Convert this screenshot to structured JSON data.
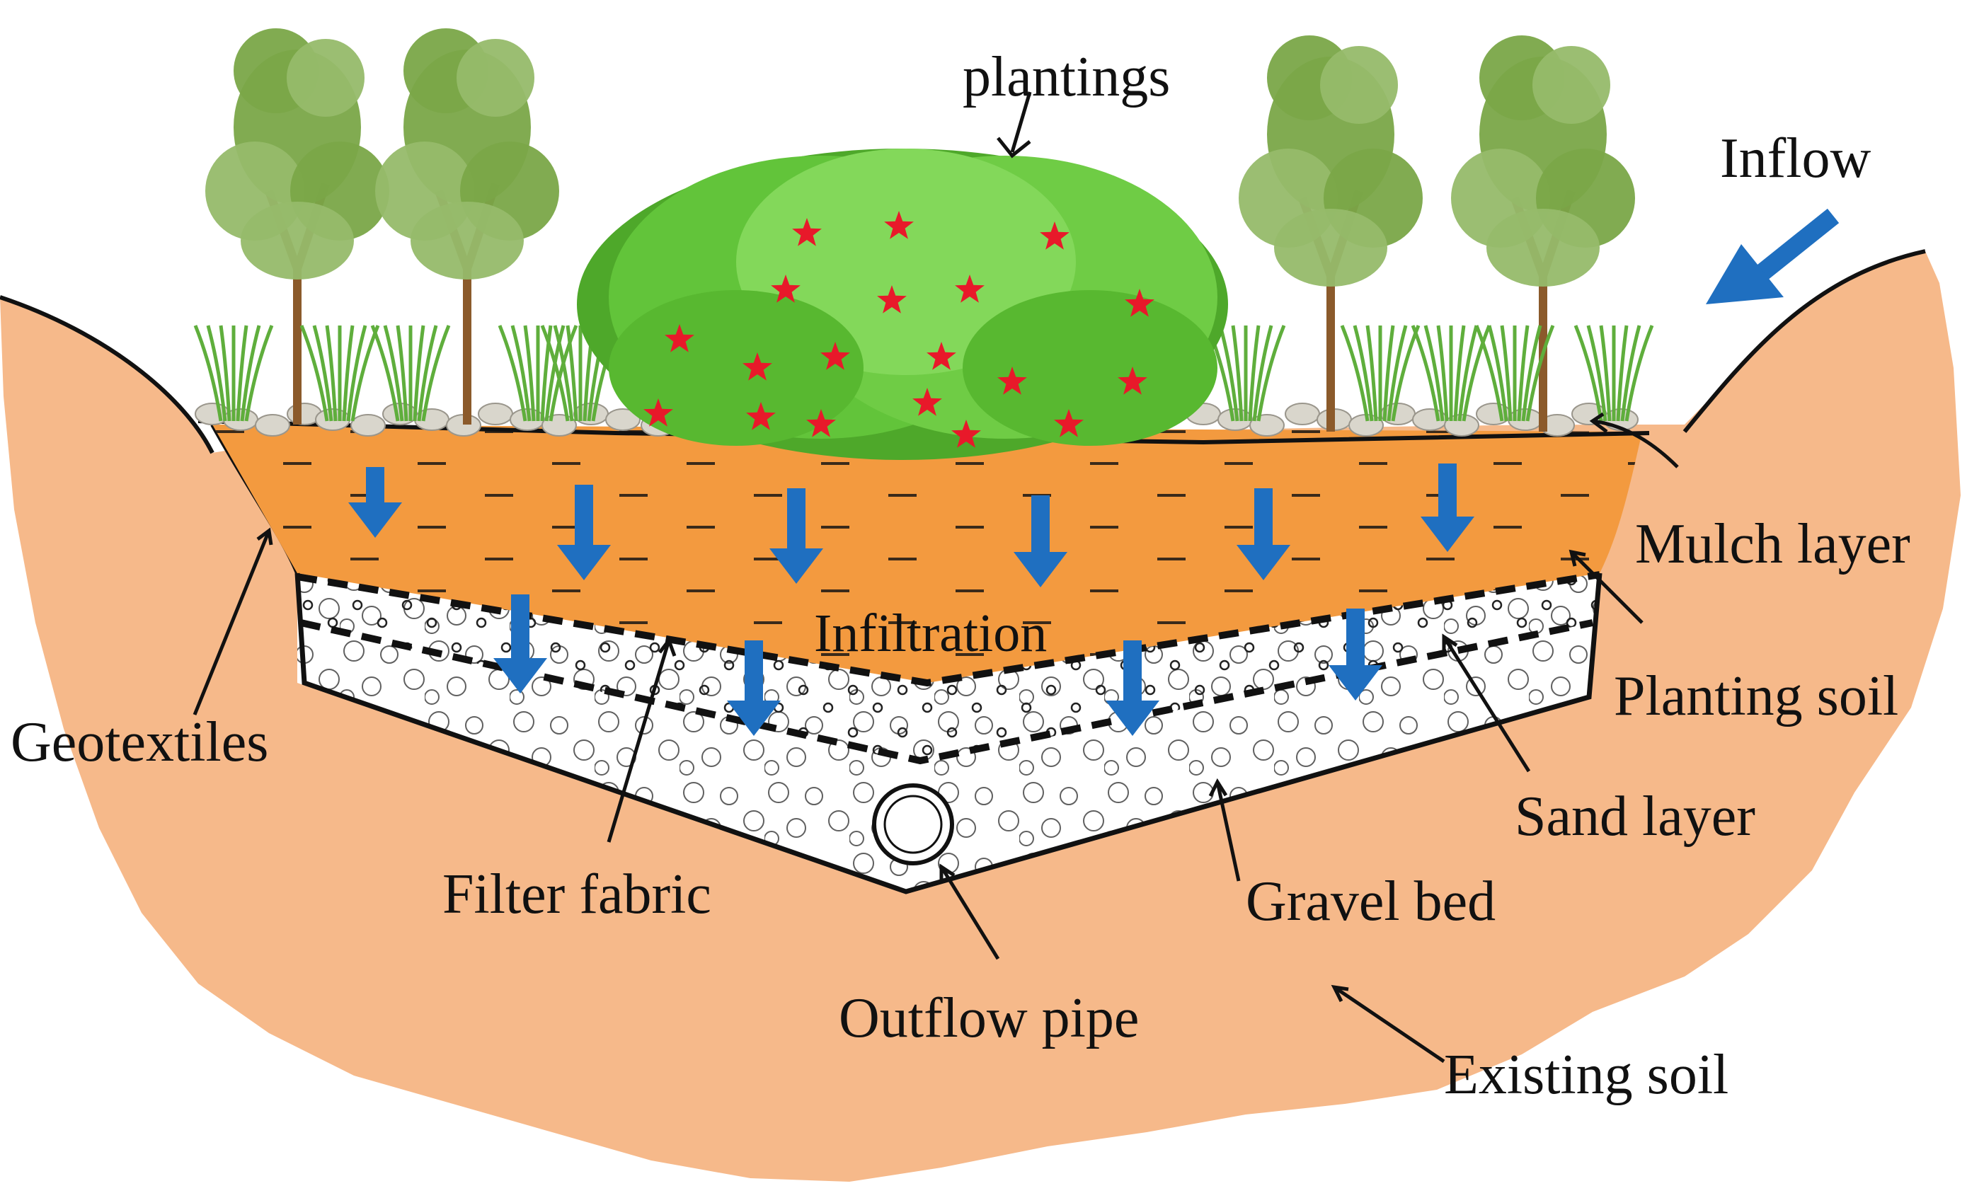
{
  "labels": {
    "plantings": "plantings",
    "inflow": "Inflow",
    "mulch_layer": "Mulch layer",
    "planting_soil": "Planting soil",
    "sand_layer": "Sand layer",
    "gravel_bed": "Gravel bed",
    "existing_soil": "Existing soil",
    "outflow_pipe": "Outflow pipe",
    "filter_fabric": "Filter fabric",
    "geotextiles": "Geotextiles",
    "infiltration": "Infiltration"
  },
  "colors": {
    "existing_soil": "#f6b98a",
    "planting_soil": "#f39a3f",
    "gravel": "#ffffff",
    "water_arrow": "#1f6fc0",
    "flower": "#e8192a",
    "shrub": "#62c43a",
    "tree_foliage": "#7aa648",
    "trunk": "#8b5a2b",
    "grass": "#5fae3c",
    "pebble": "#d9d6cc",
    "outline": "#111111"
  },
  "icons": {
    "water": "water-arrow-icon",
    "tree": "tree-icon",
    "shrub": "shrub-icon",
    "grass": "grass-icon",
    "flower": "flower-icon",
    "pebble": "pebble-icon",
    "pipe": "pipe-icon"
  }
}
